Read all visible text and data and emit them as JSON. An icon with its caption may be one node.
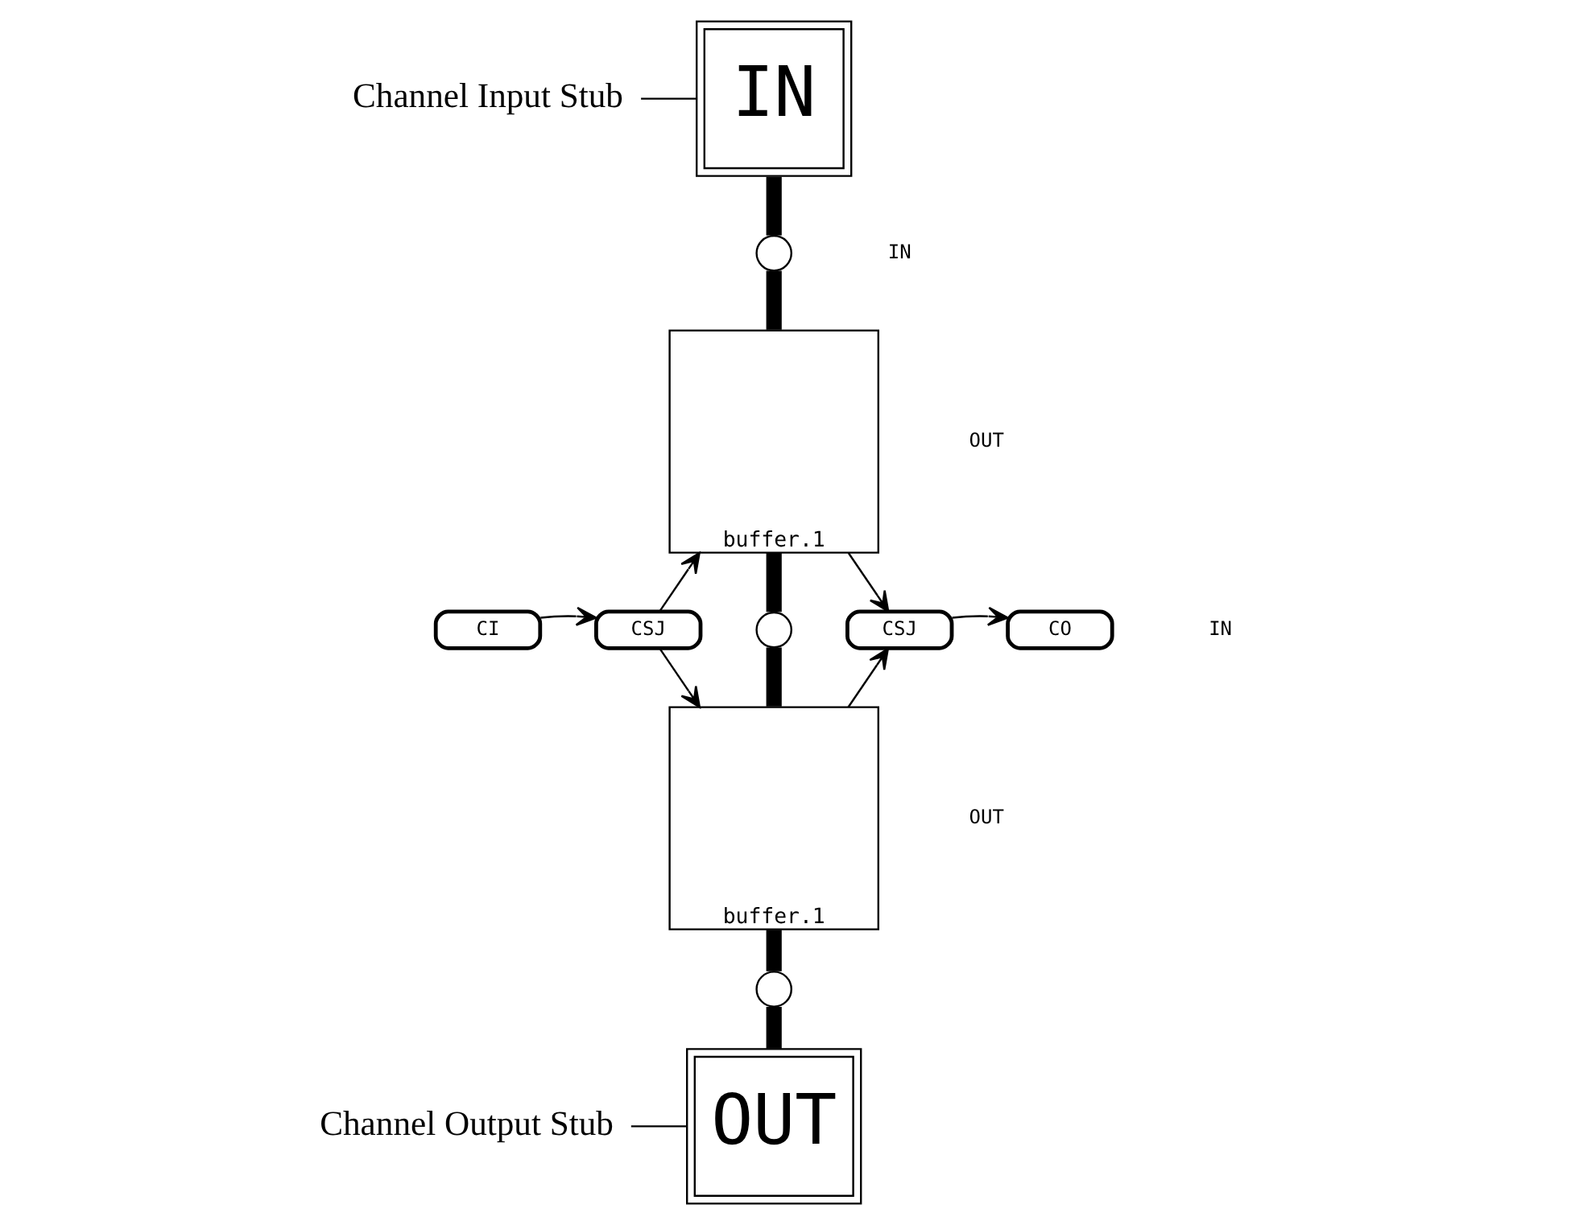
{
  "diagram": {
    "nodes": [
      {
        "text": [
          "Channel Input Stub"
        ]
      },
      {
        "text": [
          "IN"
        ]
      },
      {
        "text": [],
        "shape": "circle"
      },
      {
        "text": [
          "buffer.1"
        ]
      },
      {
        "text": [],
        "shape": "circle"
      },
      {
        "text": [
          "buffer.1"
        ]
      },
      {
        "text": [],
        "shape": "circle"
      },
      {
        "text": [
          "OUT"
        ]
      },
      {
        "text": [
          "Channel Output Stub"
        ]
      },
      {
        "text": [
          "CI"
        ]
      },
      {
        "text": [
          "CSJ"
        ]
      },
      {
        "text": [
          "CSJ"
        ]
      },
      {
        "text": [
          "CO"
        ]
      }
    ],
    "edges": [
      {
        "from": 0,
        "to": 1,
        "arrow": "none"
      },
      {
        "from": 1,
        "to": 2,
        "arrow": "none",
        "style": "thick"
      },
      {
        "from": 2,
        "to": 3,
        "arrow": "none",
        "style": "thick"
      },
      {
        "from": 3,
        "to": 4,
        "arrow": "none",
        "style": "thick"
      },
      {
        "from": 4,
        "to": 5,
        "arrow": "none",
        "style": "thick"
      },
      {
        "from": 5,
        "to": 6,
        "arrow": "none",
        "style": "thick"
      },
      {
        "from": 6,
        "to": 7,
        "arrow": "none",
        "style": "thick"
      },
      {
        "from": 8,
        "to": 7,
        "arrow": "none"
      },
      {
        "from": 9,
        "to": 10,
        "arrow": "to"
      },
      {
        "from": 10,
        "to": 3,
        "arrow": "to"
      },
      {
        "from": 10,
        "to": 5,
        "arrow": "to"
      },
      {
        "from": 3,
        "to": 11,
        "arrow": "to"
      },
      {
        "from": 5,
        "to": 11,
        "arrow": "to"
      },
      {
        "from": 11,
        "to": 12,
        "arrow": "to"
      }
    ],
    "labels": [
      "IN",
      "OUT",
      "IN",
      "OUT"
    ]
  }
}
